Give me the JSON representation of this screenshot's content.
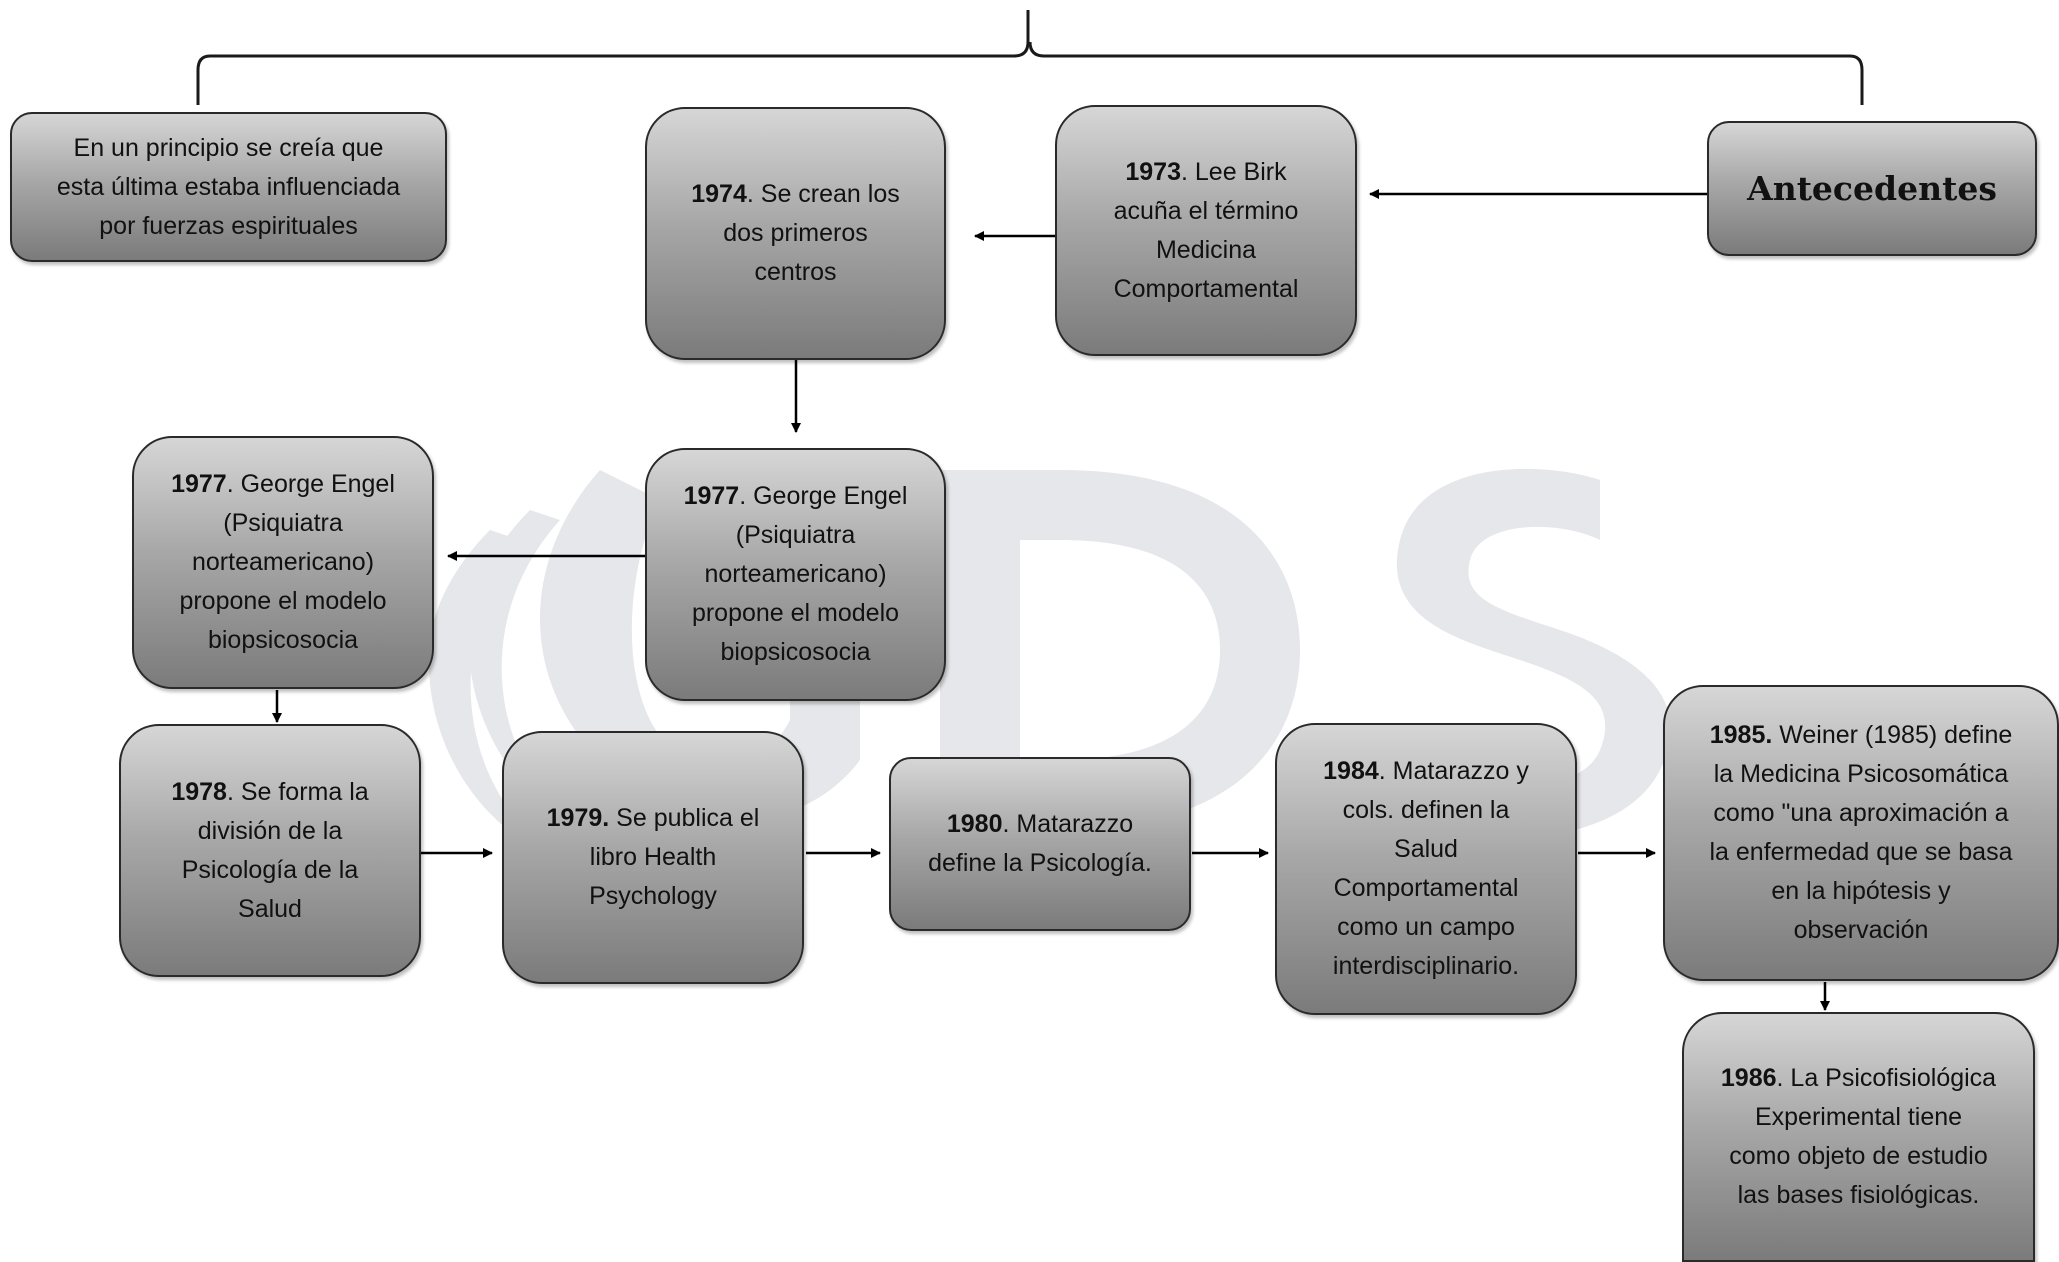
{
  "diagram": {
    "nodes": {
      "antecedentes": {
        "title": "Antecedentes"
      },
      "espiritual": {
        "lines": [
          "En un principio se creía que",
          "esta última estaba influenciada",
          "por fuerzas espirituales"
        ]
      },
      "n1973": {
        "year": "1973",
        "first": ". Lee Birk",
        "lines": [
          "acuña el término",
          "Medicina",
          "Comportamental"
        ]
      },
      "n1974": {
        "year": "1974",
        "first": ". Se crean los",
        "lines": [
          "dos primeros",
          "centros"
        ]
      },
      "n1977a": {
        "year": "1977",
        "first": ". George Engel",
        "lines": [
          "(Psiquiatra",
          "norteamericano)",
          "propone el modelo",
          "biopsicosocia"
        ]
      },
      "n1977b": {
        "year": "1977",
        "first": ". George Engel",
        "lines": [
          "(Psiquiatra",
          "norteamericano)",
          "propone el modelo",
          "biopsicosocia"
        ]
      },
      "n1978": {
        "year": "1978",
        "first": ". Se forma la",
        "lines": [
          "división de la",
          "Psicología de la",
          "Salud"
        ]
      },
      "n1979": {
        "year": "1979.",
        "first": " Se publica el",
        "lines": [
          "libro Health",
          "Psychology"
        ]
      },
      "n1980": {
        "year": "1980",
        "first": ". Matarazzo",
        "lines": [
          "define la Psicología."
        ]
      },
      "n1984": {
        "year": "1984",
        "first": ". Matarazzo y",
        "lines": [
          "cols. definen la",
          "Salud",
          "Comportamental",
          "como un campo",
          "interdisciplinario."
        ]
      },
      "n1985": {
        "year": "1985.",
        "first": " Weiner (1985) define",
        "lines": [
          "la Medicina Psicosomática",
          "como \"una aproximación a",
          "la enfermedad que se basa",
          "en la hipótesis y",
          "observación"
        ]
      },
      "n1986": {
        "year": "1986",
        "first": ". La Psicofisiológica",
        "lines": [
          "Experimental tiene",
          "como objeto de estudio",
          "las bases fisiológicas."
        ]
      }
    },
    "watermark_text": "UDS"
  }
}
